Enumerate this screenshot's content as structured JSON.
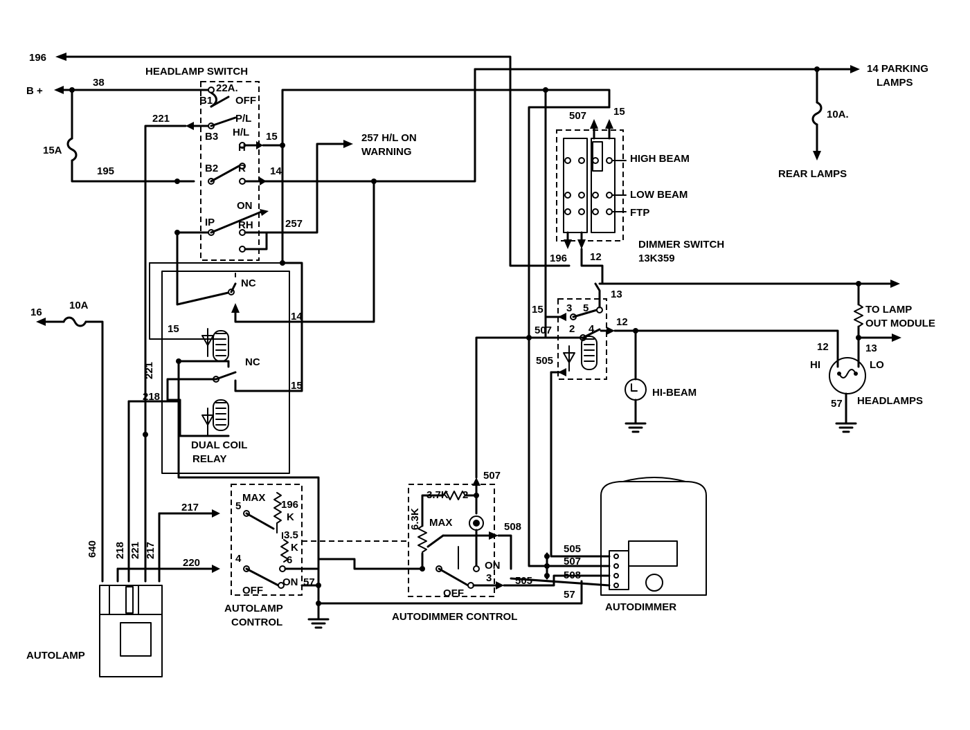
{
  "wire_labels": {
    "w196_top": "196",
    "w38": "38",
    "w221_b3": "221",
    "w195": "195",
    "w15_hl": "15",
    "w14_r": "14",
    "w257": "257",
    "w16": "16",
    "w15_relay": "15",
    "w14_relay": "14",
    "w15_relay2": "15",
    "w221_v": "221",
    "w218_v": "218",
    "w217_h": "217",
    "w220_h": "220",
    "w640": "640",
    "w218_b": "218",
    "w221_b": "221",
    "w217_b": "217",
    "w57_auto": "57",
    "w507_pot": "507",
    "w508_pot": "508",
    "w505_pot": "505",
    "w505_ad": "505",
    "w507_ad": "507",
    "w508_ad": "508",
    "w57_ad": "57",
    "w507_dim": "507",
    "w15_dim": "15",
    "w196_dim": "196",
    "w12_dim": "12",
    "w15_rel2": "15",
    "w507_rel2": "507",
    "w505_rel2": "505",
    "w13_rel2": "13",
    "w12_rel2": "12",
    "w12_hl": "12",
    "w13_hl": "13",
    "w57_hl": "57"
  },
  "labels": {
    "b_plus": "B +",
    "headlamp_switch": "HEADLAMP SWITCH",
    "fuse_15a": "15A",
    "fuse_22a": "22A.",
    "b1": "B1",
    "b3": "B3",
    "b2": "B2",
    "off": "OFF",
    "pl": "P/L",
    "hl": "H/L",
    "h": "H",
    "r": "R",
    "on": "ON",
    "rh": "RH",
    "ip": "IP",
    "hl_warning_1": "257 H/L ON",
    "hl_warning_2": "WARNING",
    "fuse_10a_left": "10A",
    "nc_top": "NC",
    "nc_bottom": "NC",
    "dual_coil_1": "DUAL COIL",
    "dual_coil_2": "RELAY",
    "parking_lamps_1": "14 PARKING",
    "parking_lamps_2": "LAMPS",
    "fuse_10a_right": "10A.",
    "rear_lamps": "REAR LAMPS",
    "high_beam": "HIGH BEAM",
    "low_beam": "LOW BEAM",
    "ftp": "FTP",
    "dimmer_switch_1": "DIMMER SWITCH",
    "dimmer_switch_2": "13K359",
    "pin_3": "3",
    "pin_5": "5",
    "pin_2": "2",
    "pin_4": "4",
    "hi_beam": "HI-BEAM",
    "to_lamp_1": "TO LAMP",
    "to_lamp_2": "OUT MODULE",
    "hi": "HI",
    "lo": "LO",
    "headlamps": "HEADLAMPS",
    "autolamp": "AUTOLAMP",
    "autolamp_control_1": "AUTOLAMP",
    "autolamp_control_2": "CONTROL",
    "max_al": "MAX",
    "k196": "196",
    "k196_k": "K",
    "k35": "3.5",
    "k35_k": "K",
    "pin5_al": "5",
    "pin4_al": "4",
    "pin6_al": "6",
    "off_al": "OFF",
    "on_al": "ON",
    "r37k": "3.7K",
    "pin2_ad": "2",
    "r63k": "6.3K",
    "max_ad": "MAX",
    "on_ad": "ON",
    "pin3_ad": "3",
    "off_ad": "OFF",
    "autodimmer_control": "AUTODIMMER CONTROL",
    "autodimmer": "AUTODIMMER"
  }
}
